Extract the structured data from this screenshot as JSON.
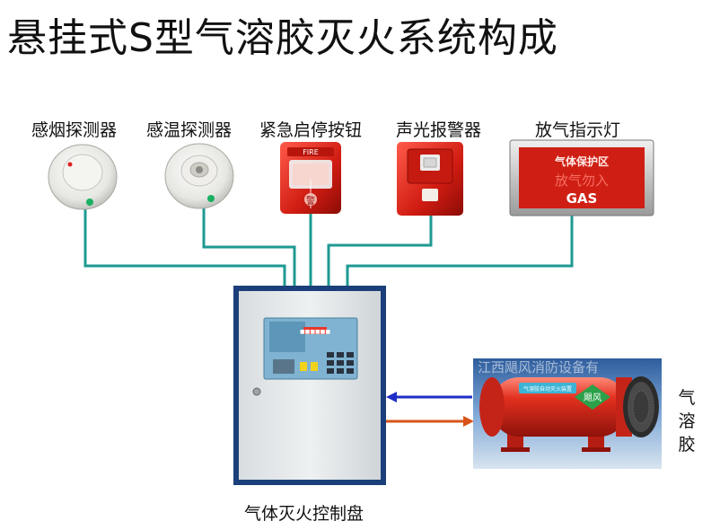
{
  "title": "悬挂式S型气溶胶灭火系统构成",
  "devices": {
    "smoke_detector": "感烟探测器",
    "heat_detector": "感温探测器",
    "emergency_button": "紧急启停按钮",
    "sound_light_alarm": "声光报警器",
    "release_indicator": "放气指示灯"
  },
  "alarm_text": "FIRE",
  "alarm_small_text": "警",
  "indicator_panel": {
    "top_text": "气体保护区",
    "middle_text": "放气勿入",
    "bottom_text": "GAS"
  },
  "control_panel_label": "气体灭火控制盘",
  "panel_display_text": "■■■■■■",
  "aerosol_label": [
    "气",
    "溶",
    "胶"
  ],
  "tank_label": "气溶胶自动灭火装置",
  "tank_brand": "飓风",
  "watermark": "江西飓风消防设备有",
  "colors": {
    "wire": "#1e9a92",
    "arrow_in": "#1f2dc8",
    "arrow_out": "#d9541a",
    "panel_frame": "#1b3f7a",
    "tank_red": "#d62a1e"
  }
}
